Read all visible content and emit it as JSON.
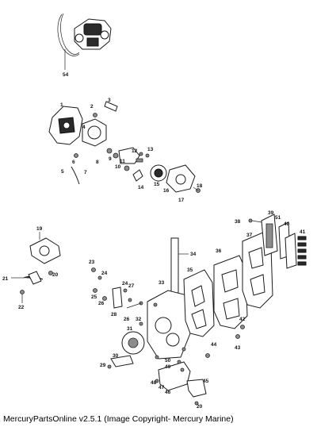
{
  "caption": "MercuryPartsOnline v2.5.1 (Image Copyright- Mercury Marine)",
  "callouts": {
    "c1": "1",
    "c2": "2",
    "c3": "3",
    "c4": "4",
    "c5": "5",
    "c6": "6",
    "c7": "7",
    "c8": "8",
    "c9": "9",
    "c10": "10",
    "c11": "11",
    "c12": "12",
    "c13": "13",
    "c14": "14",
    "c15": "15",
    "c16": "16",
    "c17": "17",
    "c18": "18",
    "c19": "19",
    "c20": "20",
    "c21": "21",
    "c22": "22",
    "c23": "23",
    "c24": "24",
    "c25": "25",
    "c26": "26",
    "c27": "27",
    "c28": "28",
    "c29": "29",
    "c30": "30",
    "c31": "31",
    "c32": "32",
    "c33": "33",
    "c34": "34",
    "c35": "35",
    "c36": "36",
    "c37": "37",
    "c38": "38",
    "c39": "39",
    "c40": "40",
    "c41": "41",
    "c42": "42",
    "c43": "43",
    "c44": "44",
    "c45": "45",
    "c46": "46",
    "c47": "47",
    "c48": "48",
    "c49": "49",
    "c50": "50",
    "c51": "51",
    "c54": "54"
  }
}
